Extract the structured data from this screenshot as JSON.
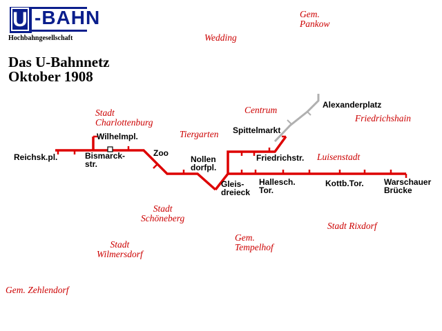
{
  "logo": {
    "letter": "U",
    "word": "-BAHN",
    "company": "Hochbahngesellschaft"
  },
  "title": {
    "line1": "Das U-Bahnnetz",
    "line2": "Oktober 1908"
  },
  "districts": {
    "wedding": "Wedding",
    "pankow": "Gem.\nPankow",
    "charlottenburg": "Stadt\nCharlottenburg",
    "centrum": "Centrum",
    "friedrichshain": "Friedrichshain",
    "tiergarten": "Tiergarten",
    "luisenstadt": "Luisenstadt",
    "schoeneberg": "Stadt\nSchöneberg",
    "rixdorf": "Stadt Rixdorf",
    "tempelhof": "Gem.\nTempelhof",
    "wilmersdorf": "Stadt\nWilmersdorf",
    "zehlendorf": "Gem. Zehlendorf"
  },
  "stations": {
    "alexanderplatz": "Alexanderplatz",
    "spittelmarkt": "Spittelmarkt",
    "wilhelmpl": "Wilhelmpl.",
    "reichskpl": "Reichsk.pl.",
    "bismarckstr": "Bismarck-\nstr.",
    "zoo": "Zoo",
    "nollendorfpl": "Nollen\ndorfpl.",
    "friedrichstr": "Friedrichstr.",
    "gleisdreieck": "Gleis-\ndreieck",
    "halleschestor": "Hallesch.\nTor.",
    "kottbtor": "Kottb.Tor.",
    "warschauer": "Warschauer\nBrücke"
  },
  "colors": {
    "line": "#dd0000",
    "construction": "#b0b0b0",
    "district": "#cc0000",
    "logo": "#0a1e8c"
  }
}
